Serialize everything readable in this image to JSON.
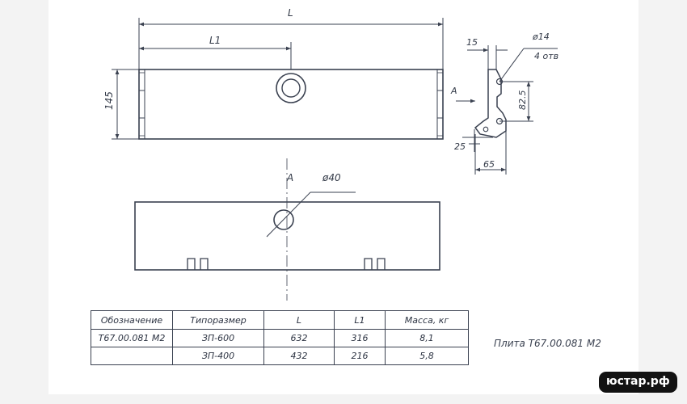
{
  "drawing": {
    "dimensions": {
      "overall_length": "L",
      "half_length": "L1",
      "plate_height": "145",
      "bracket_top": "15",
      "hole_diameter": "ø14",
      "hole_count": "4 отв",
      "section_marker_top": "A",
      "hole_spacing": "82.5",
      "bracket_offset": "25",
      "bracket_width": "65",
      "view_marker_bottom": "A",
      "center_hole": "ø40"
    }
  },
  "table": {
    "headers": [
      "Обозначение",
      "Типоразмер",
      "L",
      "L1",
      "Масса, кг"
    ],
    "rows": [
      [
        "Т67.00.081 М2",
        "ЗП-600",
        "632",
        "316",
        "8,1"
      ],
      [
        "",
        "ЗП-400",
        "432",
        "216",
        "5,8"
      ]
    ]
  },
  "caption": "Плита Т67.00.081 М2",
  "watermark": "юстар.рф"
}
